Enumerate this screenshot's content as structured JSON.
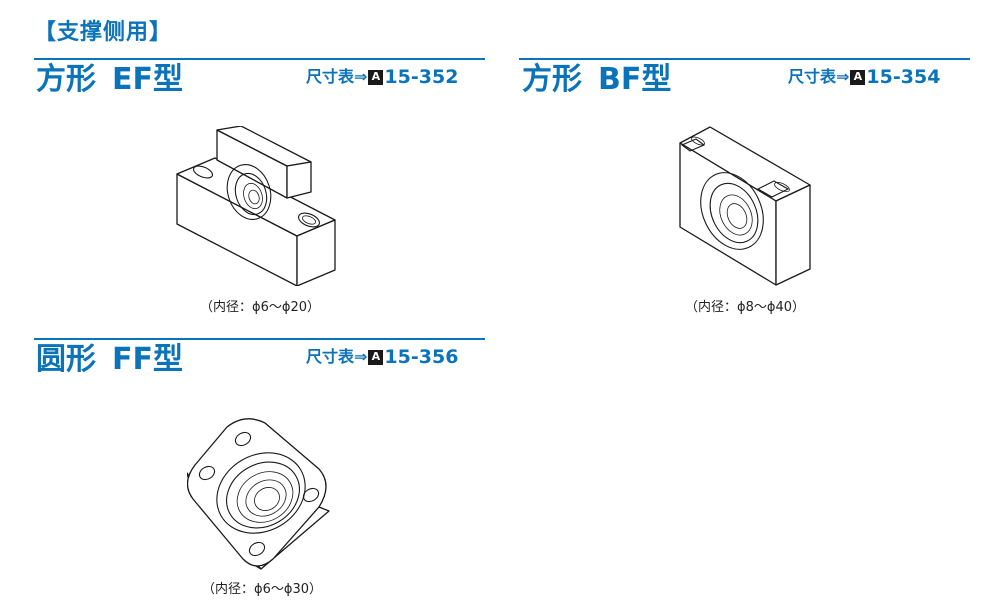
{
  "section_heading": "【支撑侧用】",
  "ref_arrow": "尺寸表⇒",
  "ref_badge": "A",
  "items": [
    {
      "shape": "方形",
      "code": "EF型",
      "ref_page": "15-352",
      "caption": "（内径：ϕ6〜ϕ20）",
      "icon": "square-ef-support-unit"
    },
    {
      "shape": "方形",
      "code": "BF型",
      "ref_page": "15-354",
      "caption": "（内径：ϕ8〜ϕ40）",
      "icon": "square-bf-support-unit"
    },
    {
      "shape": "圆形",
      "code": "FF型",
      "ref_page": "15-356",
      "caption": "（内径：ϕ6〜ϕ30）",
      "icon": "round-ff-support-unit"
    }
  ],
  "colors": {
    "accent": "#0b73b9",
    "badge": "#1a1a1a",
    "text": "#222222"
  }
}
